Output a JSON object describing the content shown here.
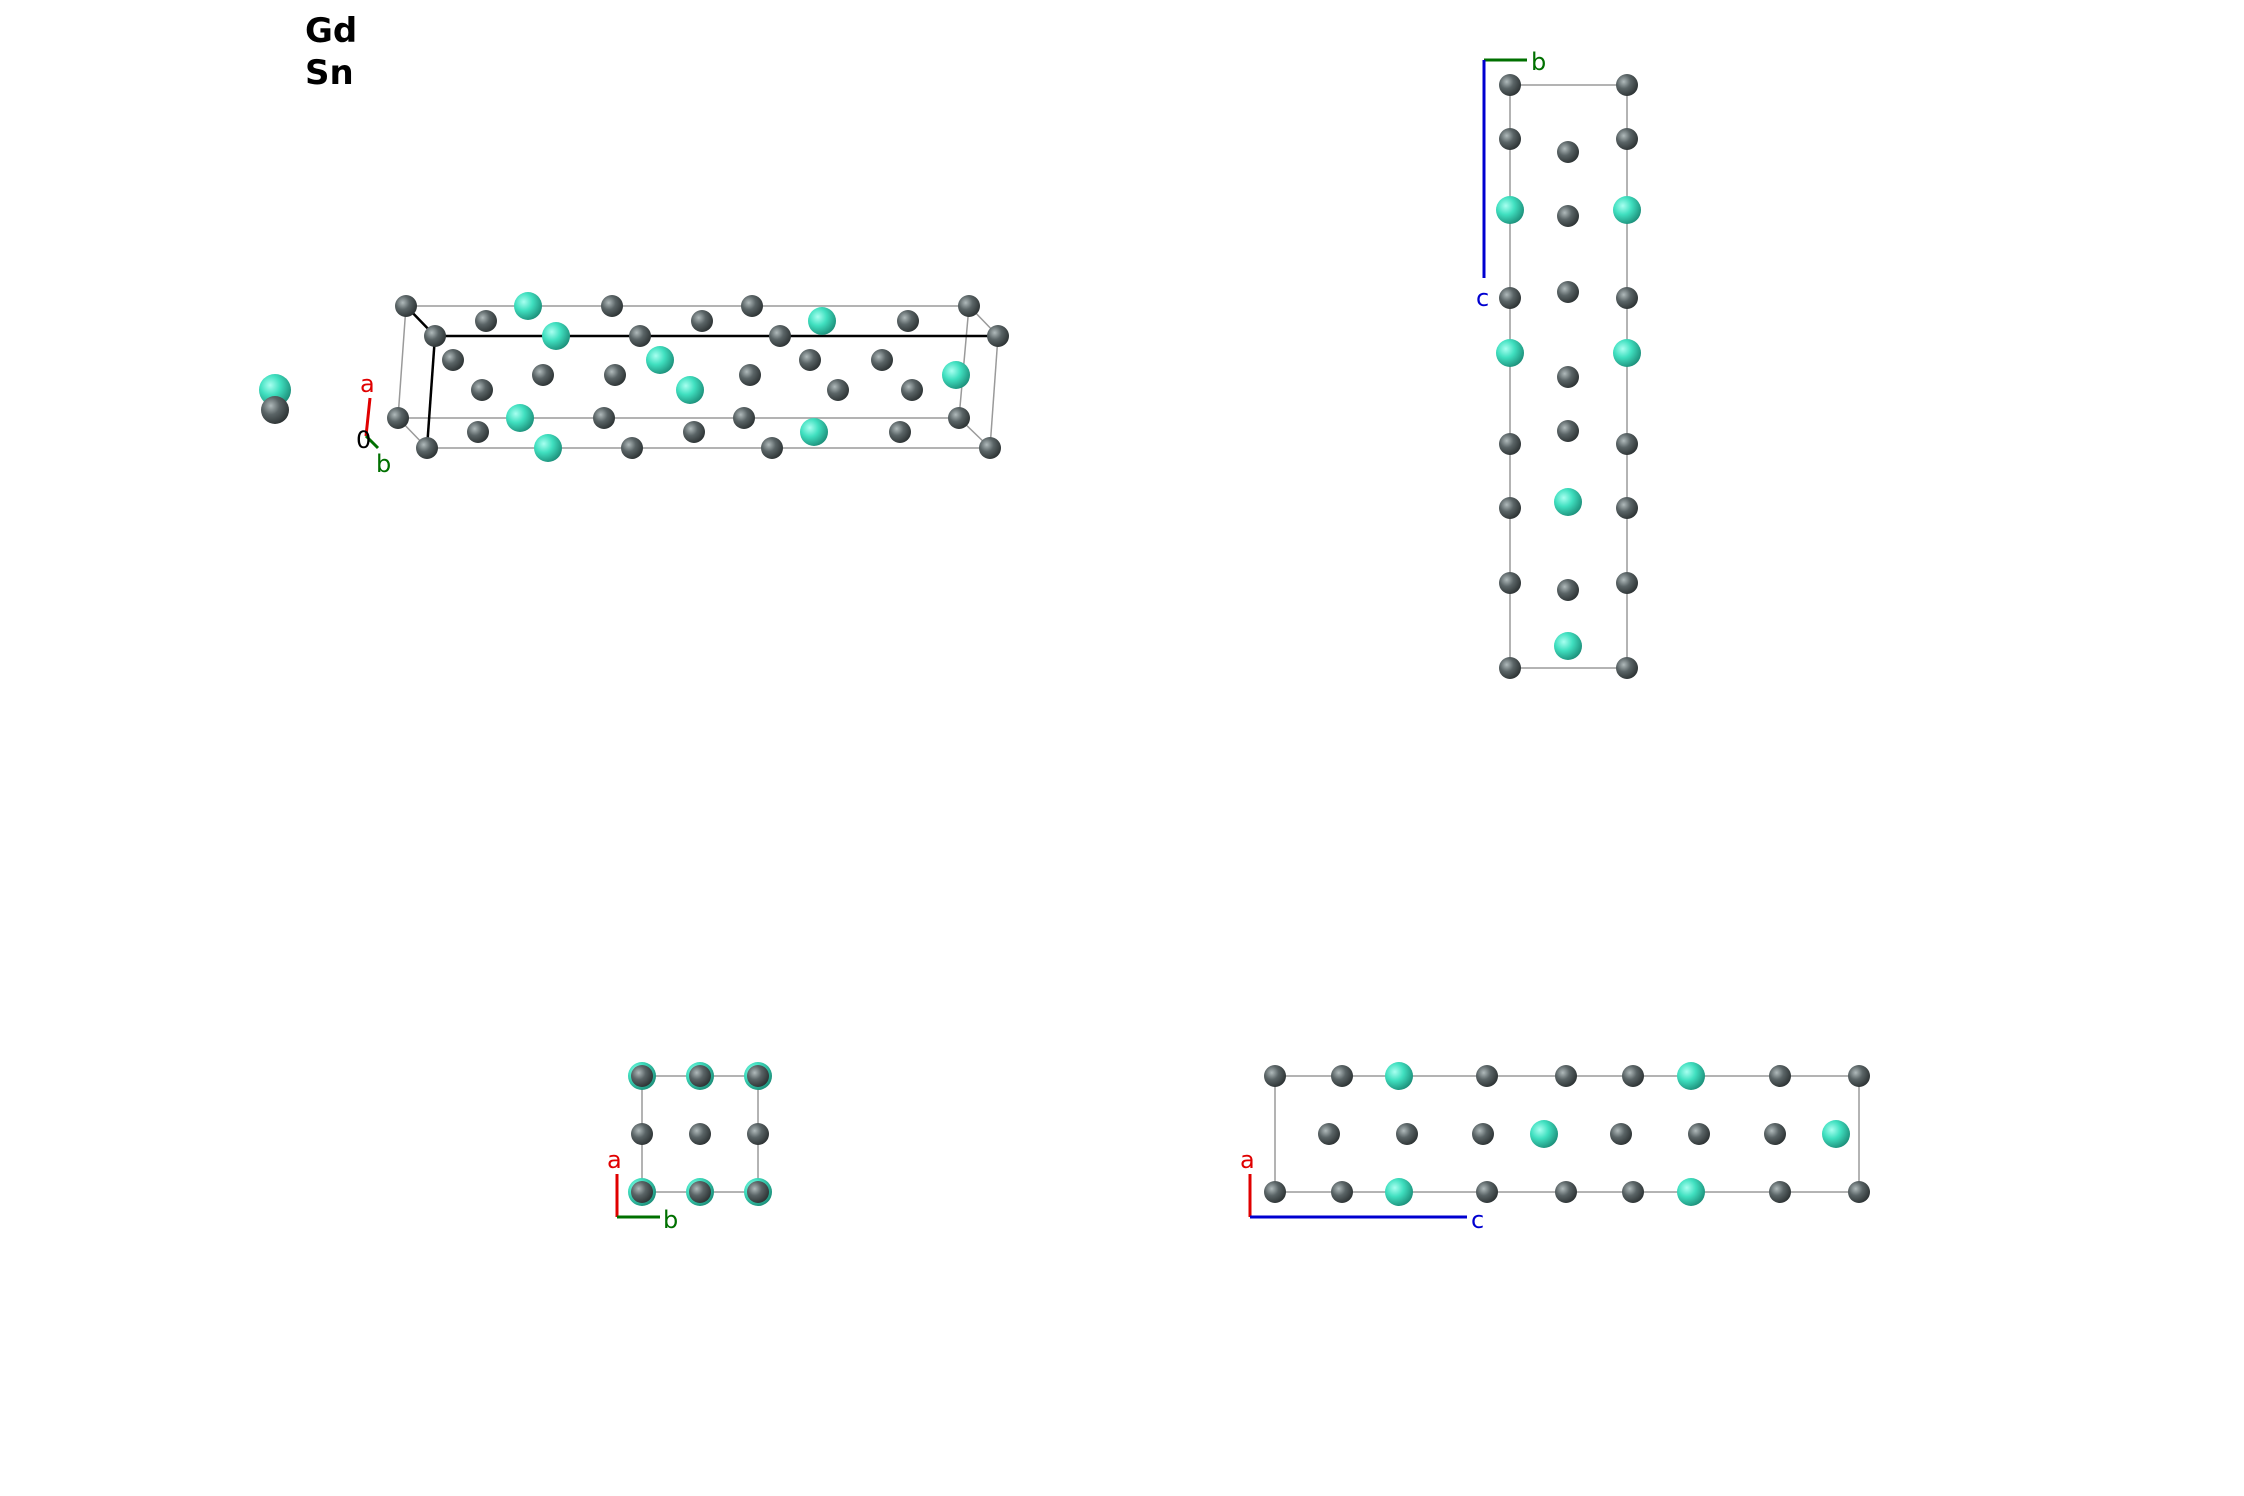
{
  "legend": {
    "elements": [
      {
        "symbol": "Gd",
        "color": "#40e0c0"
      },
      {
        "symbol": "Sn",
        "color": "#5a6466"
      }
    ]
  },
  "colors": {
    "gd": "#40e0c0",
    "sn": "#5a6466",
    "cell_edge": "#9a9a9a",
    "axis_a": "#e00000",
    "axis_b": "#007000",
    "axis_c": "#0000d0",
    "origin": "#000000"
  },
  "views": {
    "perspective": {
      "axes": {
        "a": "a",
        "b": "b",
        "origin": "0"
      }
    },
    "view_bc": {
      "axes": {
        "b": "b",
        "c": "c"
      }
    },
    "view_ab": {
      "axes": {
        "a": "a",
        "b": "b"
      }
    },
    "view_ac": {
      "axes": {
        "a": "a",
        "c": "c"
      }
    }
  }
}
